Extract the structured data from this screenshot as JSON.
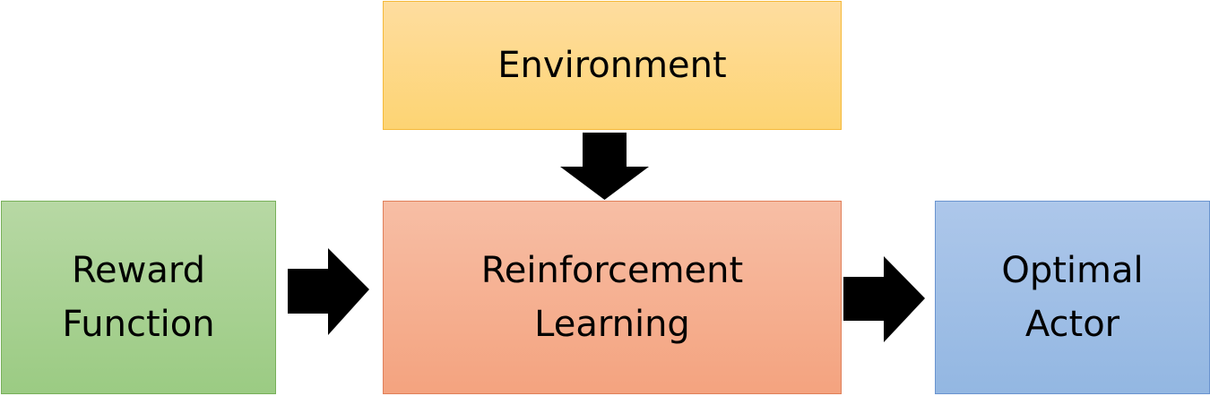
{
  "nodes": {
    "environment": {
      "label": "Environment"
    },
    "reinforcement_learning": {
      "line1": "Reinforcement",
      "line2": "Learning"
    },
    "reward_function": {
      "line1": "Reward",
      "line2": "Function"
    },
    "optimal_actor": {
      "line1": "Optimal",
      "line2": "Actor"
    }
  },
  "edges": [
    {
      "from": "environment",
      "to": "reinforcement_learning"
    },
    {
      "from": "reward_function",
      "to": "reinforcement_learning"
    },
    {
      "from": "reinforcement_learning",
      "to": "optimal_actor"
    }
  ],
  "colors": {
    "environment": "#fdd473",
    "reinforcement_learning": "#f4a37f",
    "reward_function": "#9bcb83",
    "optimal_actor": "#93b7e2",
    "arrow": "#000000"
  }
}
